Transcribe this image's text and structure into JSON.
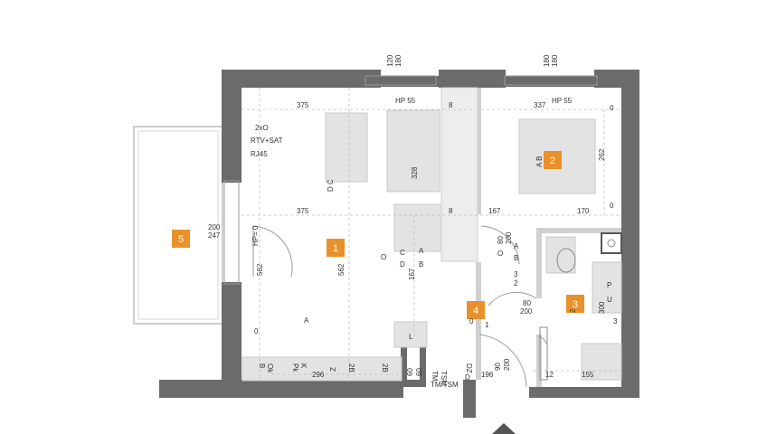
{
  "colors": {
    "wall": "#6b6b6b",
    "marker": "#e8912b",
    "furniture": "#e3e3e3",
    "line": "#bdbdbd"
  },
  "rooms": [
    {
      "id": "1"
    },
    {
      "id": "2"
    },
    {
      "id": "3"
    },
    {
      "id": "4"
    },
    {
      "id": "5"
    }
  ],
  "window_dims": {
    "left_a": "120",
    "left_b": "180",
    "right_a": "180",
    "right_b": "180",
    "hp_left": "HP 55",
    "hp_right": "HP 55"
  },
  "room_dims": {
    "top_left_width": "375",
    "top_right_width": "337",
    "mid_left_width": "375",
    "mid_8_top": "8",
    "mid_8": "8",
    "corridor_width": "167",
    "bath_width": "170",
    "room1_height": "562",
    "left_height": "562",
    "bedroom_height": "262",
    "closet_height": "328",
    "hall_height": "167",
    "bath_height": "300",
    "balcony_door_a": "200",
    "balcony_door_b": "247",
    "hp_zero": "HP= 0",
    "door_a_top": "80",
    "door_a_bottom": "200",
    "door_b_top": "80",
    "door_b_bottom": "200",
    "entry_a": "90",
    "entry_b": "200",
    "bottom_296": "296",
    "bottom_196": "196",
    "bottom_155": "155",
    "bottom_12": "12",
    "niche_a": "60",
    "niche_b": "60"
  },
  "symbols": {
    "tv_lines": [
      "2xO",
      "RTV+SAT",
      "RJ45"
    ],
    "dc": "D C",
    "ab_bedroom": "A B",
    "zero": "0",
    "c_label": "C",
    "a_label": "A",
    "d_label": "D",
    "b_label": "B",
    "o_label": "O",
    "a_hall": "A",
    "b_hall": "B",
    "three": "3",
    "two": "2",
    "p_label": "P",
    "u_label": "U",
    "tsm": "TSM",
    "tm": "TM",
    "tm_tsm": "TM/TSM",
    "dz": "DZ",
    "z_kitchen": "Z",
    "ok": "Ok",
    "pk": "Pk",
    "twob": "2B",
    "b_kitchen": "B",
    "k_kitchen": "K",
    "l_label": "L",
    "one": "1",
    "bath_2": "2",
    "bath_3": "3",
    "d_entry": "D"
  }
}
